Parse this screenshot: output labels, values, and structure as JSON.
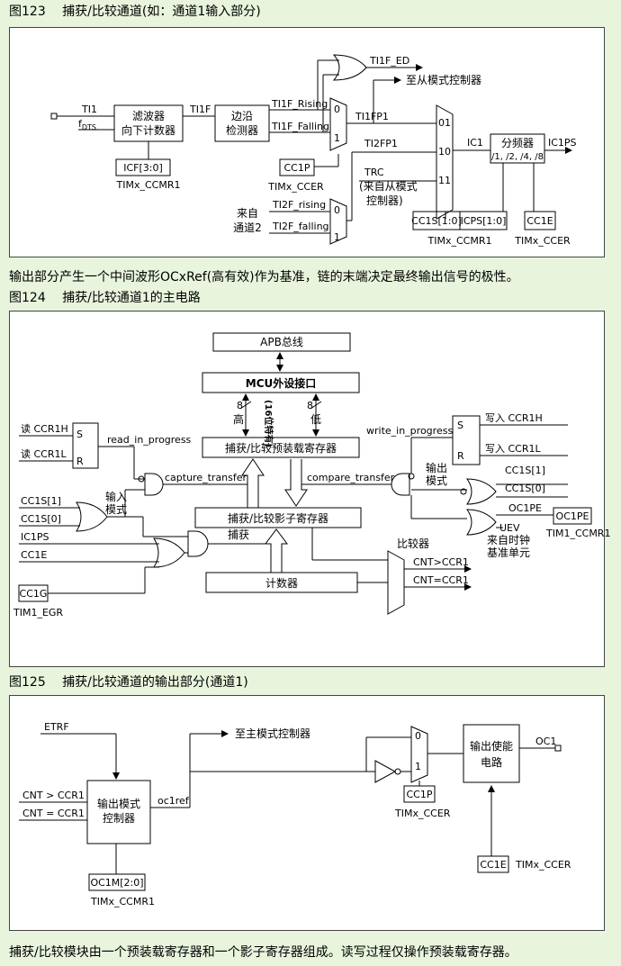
{
  "fig123": {
    "caption": "图123　 捕获/比较通道(如：通道1输入部分)",
    "ti1": "TI1",
    "fdts": "f",
    "fdts_sub": "DTS",
    "filter_l1": "滤波器",
    "filter_l2": "向下计数器",
    "icf": "ICF[3:0]",
    "timx_ccmr1_a": "TIMx_CCMR1",
    "ti1f": "TI1F",
    "edge_l1": "边沿",
    "edge_l2": "检测器",
    "ti1f_rising": "TI1F_Rising",
    "ti1f_falling": "TI1F_Falling",
    "ti1f_ed": "TI1F_ED",
    "to_slave": "至从模式控制器",
    "ti1fp1": "TI1FP1",
    "ti2fp1": "TI2FP1",
    "trc": "TRC",
    "trc_from_l1": "(来自从模式",
    "trc_from_l2": "控制器)",
    "cc1p": "CC1P",
    "timx_ccer_a": "TIMx_CCER",
    "from_ch2_l1": "来自",
    "from_ch2_l2": "通道2",
    "ti2f_rising": "TI2F_rising",
    "ti2f_falling": "TI2F_falling",
    "mux_0": "0",
    "mux_1": "1",
    "sel_01": "01",
    "sel_10": "10",
    "sel_11": "11",
    "ic1": "IC1",
    "div_l1": "分频器",
    "div_l2": "/1, /2, /4, /8",
    "ic1ps": "IC1PS",
    "cc1s": "CC1S[1:0]",
    "icps": "ICPS[1:0]",
    "cc1e": "CC1E",
    "timx_ccmr1_b": "TIMx_CCMR1",
    "timx_ccer_b": "TIMx_CCER"
  },
  "note1": "输出部分产生一个中间波形OCxRef(高有效)作为基准，链的末端决定最终输出信号的极性。",
  "fig124": {
    "caption": "图124　 捕获/比较通道1的主电路",
    "apb": "APB总线",
    "mcu": "MCU外设接口",
    "high": "高",
    "low": "低",
    "bits8a": "8",
    "bits8b": "8",
    "bits16": "(16位特有)",
    "preload": "捕获/比较预装载寄存器",
    "shadow": "捕获/比较影子寄存器",
    "counter": "计数器",
    "comparator": "比较器",
    "cnt_gt": "CNT>CCR1",
    "cnt_eq": "CNT=CCR1",
    "read_ccr1h": "读 CCR1H",
    "read_ccr1l": "读 CCR1L",
    "s": "S",
    "r": "R",
    "read_in_progress": "read_in_progress",
    "capture_transfer": "capture_transfer",
    "compare_transfer": "compare_transfer",
    "write_in_progress": "write_in_progress",
    "write_ccr1h": "写入 CCR1H",
    "write_ccr1l": "写入 CCR1L",
    "input_mode_l1": "输入",
    "input_mode_l2": "模式",
    "output_mode_l1": "输出",
    "output_mode_l2": "模式",
    "cc1s1": "CC1S[1]",
    "cc1s0": "CC1S[0]",
    "ic1ps": "IC1PS",
    "cc1e": "CC1E",
    "cc1g": "CC1G",
    "tim1_egr": "TIM1_EGR",
    "capture": "捕获",
    "r_cc1s1": "CC1S[1]",
    "r_cc1s0": "CC1S[0]",
    "oc1pe_lbl": "OC1PE",
    "oc1pe_box": "OC1PE",
    "uev": "UEV",
    "uev_from_l1": "来自时钟",
    "uev_from_l2": "基准单元",
    "tim1_ccmr1": "TIM1_CCMR1"
  },
  "fig125": {
    "caption": "图125　 捕获/比较通道的输出部分(通道1)",
    "etrf": "ETRF",
    "to_master": "至主模式控制器",
    "cnt_gt": "CNT > CCR1",
    "cnt_eq": "CNT = CCR1",
    "omc_l1": "输出模式",
    "omc_l2": "控制器",
    "oc1ref": "oc1ref",
    "oc1m": "OC1M[2:0]",
    "timx_ccmr1": "TIMx_CCMR1",
    "mux_0": "0",
    "mux_1": "1",
    "cc1p": "CC1P",
    "timx_ccer_a": "TIMx_CCER",
    "oe_l1": "输出使能",
    "oe_l2": "电路",
    "oc1": "OC1",
    "cc1e": "CC1E",
    "timx_ccer_b": "TIMx_CCER"
  },
  "note2": "捕获/比较模块由一个预装载寄存器和一个影子寄存器组成。读写过程仅操作预装载寄存器。"
}
